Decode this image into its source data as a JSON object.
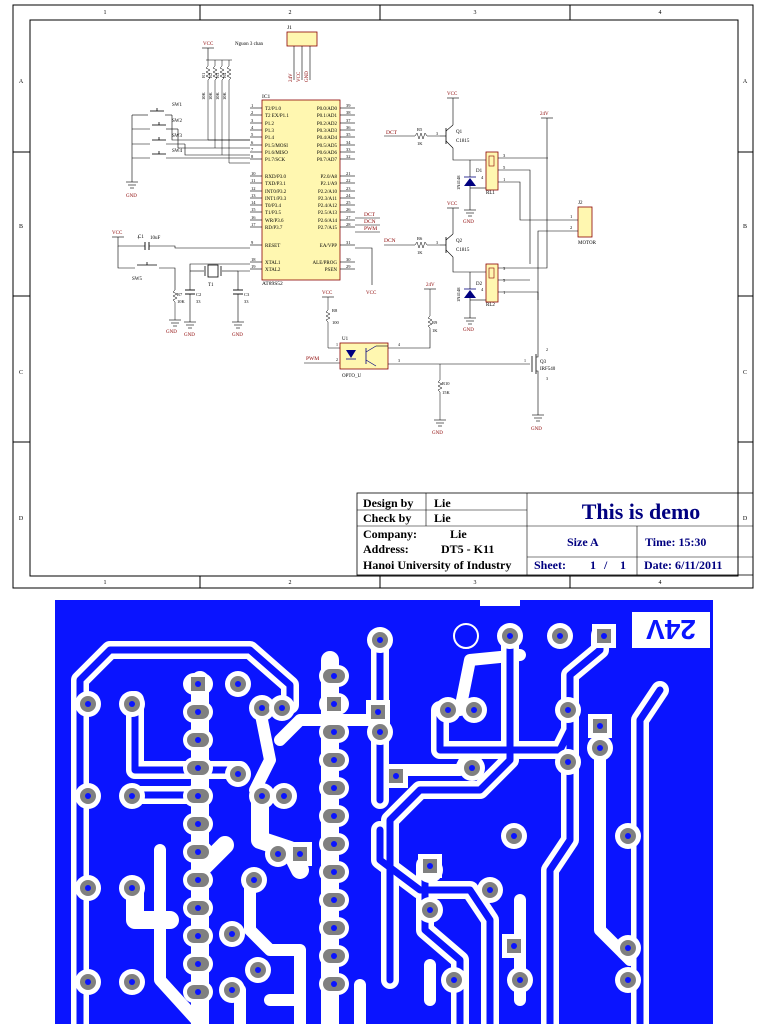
{
  "frame": {
    "col_labels": [
      "1",
      "2",
      "3",
      "4"
    ],
    "row_labels": [
      "A",
      "B",
      "C",
      "D"
    ]
  },
  "schematic": {
    "j1": {
      "ref": "J1",
      "name": "Nguon 3 chan",
      "pins": [
        "24V",
        "VCC",
        "GND"
      ]
    },
    "vcc": "VCC",
    "gnd": "GND",
    "v24": "24V",
    "resistor_values": [
      "10K",
      "10K",
      "10K",
      "10K"
    ],
    "resistor_refs": [
      "R1",
      "R2",
      "R3",
      "R4"
    ],
    "switches": [
      "SW1",
      "SW2",
      "SW3",
      "SW4"
    ],
    "sw5": "SW5",
    "ic": {
      "ref": "IC1",
      "part": "AT89S52",
      "left_pins": [
        {
          "n": "1",
          "t": "T2/P1.0"
        },
        {
          "n": "2",
          "t": "T2 EX/P1.1"
        },
        {
          "n": "3",
          "t": "P1.2"
        },
        {
          "n": "4",
          "t": "P1.3"
        },
        {
          "n": "5",
          "t": "P1.4"
        },
        {
          "n": "6",
          "t": "P1.5/MOSI"
        },
        {
          "n": "7",
          "t": "P1.6/MISO"
        },
        {
          "n": "8",
          "t": "P1.7/SCK"
        },
        {
          "n": "10",
          "t": "RXD/P3.0"
        },
        {
          "n": "11",
          "t": "TXD/P3.1"
        },
        {
          "n": "12",
          "t": "INT0/P3.2"
        },
        {
          "n": "13",
          "t": "INT1/P3.3"
        },
        {
          "n": "14",
          "t": "T0/P3.4"
        },
        {
          "n": "15",
          "t": "T1/P3.5"
        },
        {
          "n": "16",
          "t": "WR/P3.6"
        },
        {
          "n": "17",
          "t": "RD/P3.7"
        },
        {
          "n": "9",
          "t": "RESET"
        },
        {
          "n": "18",
          "t": "XTAL1"
        },
        {
          "n": "19",
          "t": "XTAL2"
        }
      ],
      "right_pins": [
        {
          "n": "39",
          "t": "P0.0/AD0"
        },
        {
          "n": "38",
          "t": "P0.1/AD1"
        },
        {
          "n": "37",
          "t": "P0.2/AD2"
        },
        {
          "n": "36",
          "t": "P0.3/AD3"
        },
        {
          "n": "35",
          "t": "P0.4/AD4"
        },
        {
          "n": "34",
          "t": "P0.5/AD5"
        },
        {
          "n": "33",
          "t": "P0.6/AD6"
        },
        {
          "n": "32",
          "t": "P0.7/AD7"
        },
        {
          "n": "21",
          "t": "P2.0/A8"
        },
        {
          "n": "22",
          "t": "P2.1/A9"
        },
        {
          "n": "23",
          "t": "P2.2/A10"
        },
        {
          "n": "24",
          "t": "P2.3/A11"
        },
        {
          "n": "25",
          "t": "P2.4/A12"
        },
        {
          "n": "26",
          "t": "P2.5/A13"
        },
        {
          "n": "27",
          "t": "P2.6/A14"
        },
        {
          "n": "28",
          "t": "P2.7/A15"
        },
        {
          "n": "31",
          "t": "EA/VPP"
        },
        {
          "n": "30",
          "t": "ALE/PROG"
        },
        {
          "n": "29",
          "t": "PSEN"
        }
      ]
    },
    "net_labels": {
      "dct": "DCT",
      "dcn": "DCN",
      "pwm": "PWM"
    },
    "c1": {
      "ref": "C1",
      "value": "10uF"
    },
    "r7": {
      "ref": "R7",
      "value": "10K"
    },
    "c2": {
      "ref": "C2",
      "value": "33"
    },
    "c3": {
      "ref": "C3",
      "value": "33"
    },
    "t1": "T1",
    "r5": {
      "ref": "R5",
      "value": "1K"
    },
    "r6": {
      "ref": "R6",
      "value": "1K"
    },
    "q1": {
      "ref": "Q1",
      "part": "C1815"
    },
    "q2": {
      "ref": "Q2",
      "part": "C1815"
    },
    "diode_part": "1N4148",
    "d1": "D1",
    "d2": "D2",
    "rl1": "RL1",
    "rl2": "RL2",
    "relay_pins": [
      "1",
      "2",
      "3",
      "4",
      "5"
    ],
    "j2": {
      "ref": "J2",
      "name": "MOTOR",
      "pins": [
        "1",
        "2"
      ]
    },
    "r8": {
      "ref": "R8",
      "value": "100"
    },
    "r9": {
      "ref": "R9",
      "value": "1K"
    },
    "u1": {
      "ref": "U1",
      "part": "OPTO_U",
      "pins": [
        "1",
        "2",
        "3",
        "4"
      ]
    },
    "q3": {
      "ref": "Q3",
      "part": "IRF540",
      "pins": [
        "1",
        "2",
        "3"
      ]
    },
    "r10": {
      "ref": "R10",
      "value": "15K"
    }
  },
  "title_block": {
    "design_by_label": "Design by",
    "design_by": "Lie",
    "check_by_label": "Check by",
    "check_by": "Lie",
    "company_label": "Company:",
    "company": "Lie",
    "address_label": "Address:",
    "address": "DT5 - K11",
    "org": "Hanoi University of Industry",
    "title": "This is demo",
    "size": "Size A",
    "time": "Time:  15:30",
    "sheet_label": "Sheet:",
    "sheet_num": "1",
    "sheet_sep": "/",
    "sheet_total": "1",
    "date": "Date: 6/11/2011"
  },
  "pcb": {
    "label": "24V",
    "copper_color": "#0a14ff",
    "pad_color": "#808080"
  }
}
